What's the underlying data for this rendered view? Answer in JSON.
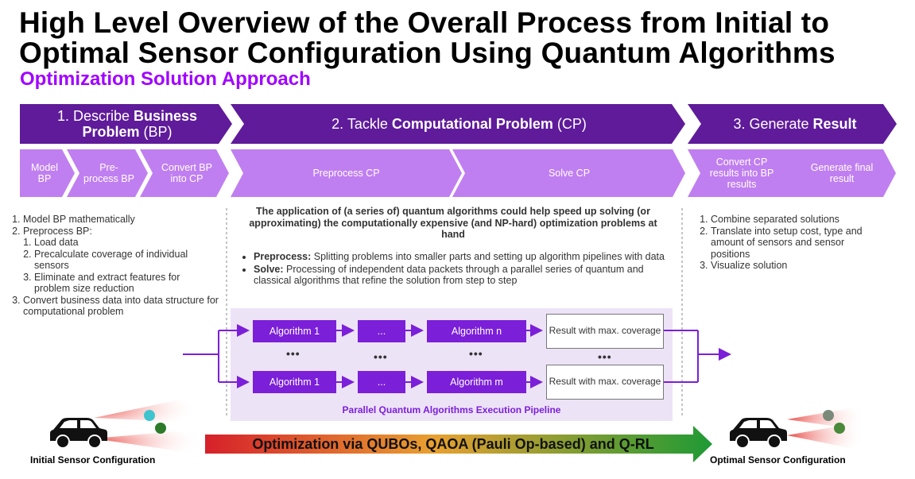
{
  "title": "High Level Overview of the Overall Process from Initial to Optimal Sensor Configuration Using Quantum Algorithms",
  "subtitle": "Optimization Solution Approach",
  "phases": [
    {
      "prefix": "1. Describe ",
      "bold": "Business Problem",
      "suffix": " (BP)"
    },
    {
      "prefix": "2. Tackle ",
      "bold": "Computational Problem",
      "suffix": " (CP)"
    },
    {
      "prefix": "3. Generate ",
      "bold": "Result",
      "suffix": ""
    }
  ],
  "steps": [
    "Model BP",
    "Pre-process BP",
    "Convert BP into CP",
    "Preprocess CP",
    "Solve CP",
    "Convert CP results into BP results",
    "Generate final result"
  ],
  "left_list": {
    "item1": "Model BP mathematically",
    "item2": "Preprocess BP:",
    "sub1": "Load data",
    "sub2": "Precalculate coverage of individual sensors",
    "sub3": "Eliminate and extract features for problem size reduction",
    "item3": "Convert business data into data structure for computational problem"
  },
  "middle": {
    "heading": "The application of (a series of) quantum algorithms could help speed up solving  (or approximating) the computationally expensive (and NP-hard) optimization problems at hand",
    "b1_label": "Preprocess:",
    "b1_text": " Splitting problems into smaller parts and setting up algorithm pipelines with data",
    "b2_label": "Solve:",
    "b2_text": " Processing of independent data packets through a parallel series of quantum and classical algorithms that refine the solution from step to step"
  },
  "right_list": {
    "item1": "Combine separated solutions",
    "item2": "Translate into setup cost, type and amount of sensors and sensor positions",
    "item3": "Visualize solution"
  },
  "pipeline": {
    "row1": [
      "Algorithm 1",
      "...",
      "Algorithm n"
    ],
    "row2": [
      "Algorithm 1",
      "...",
      "Algorithm m"
    ],
    "result": "Result with max. coverage",
    "ellipsis": "•••",
    "label": "Parallel Quantum Algorithms Execution Pipeline"
  },
  "bottom": {
    "initial": "Initial Sensor Configuration",
    "optimal": "Optimal Sensor Configuration",
    "optimization": "Optimization via QUBOs, QAOA (Pauli Op-based) and Q-RL"
  },
  "colors": {
    "accent": "#a100ff",
    "dark_purple": "#5f1b9a",
    "light_purple": "#c07ff0",
    "algo_purple": "#7b1fd8",
    "pipeline_bg": "#ede3f7"
  }
}
